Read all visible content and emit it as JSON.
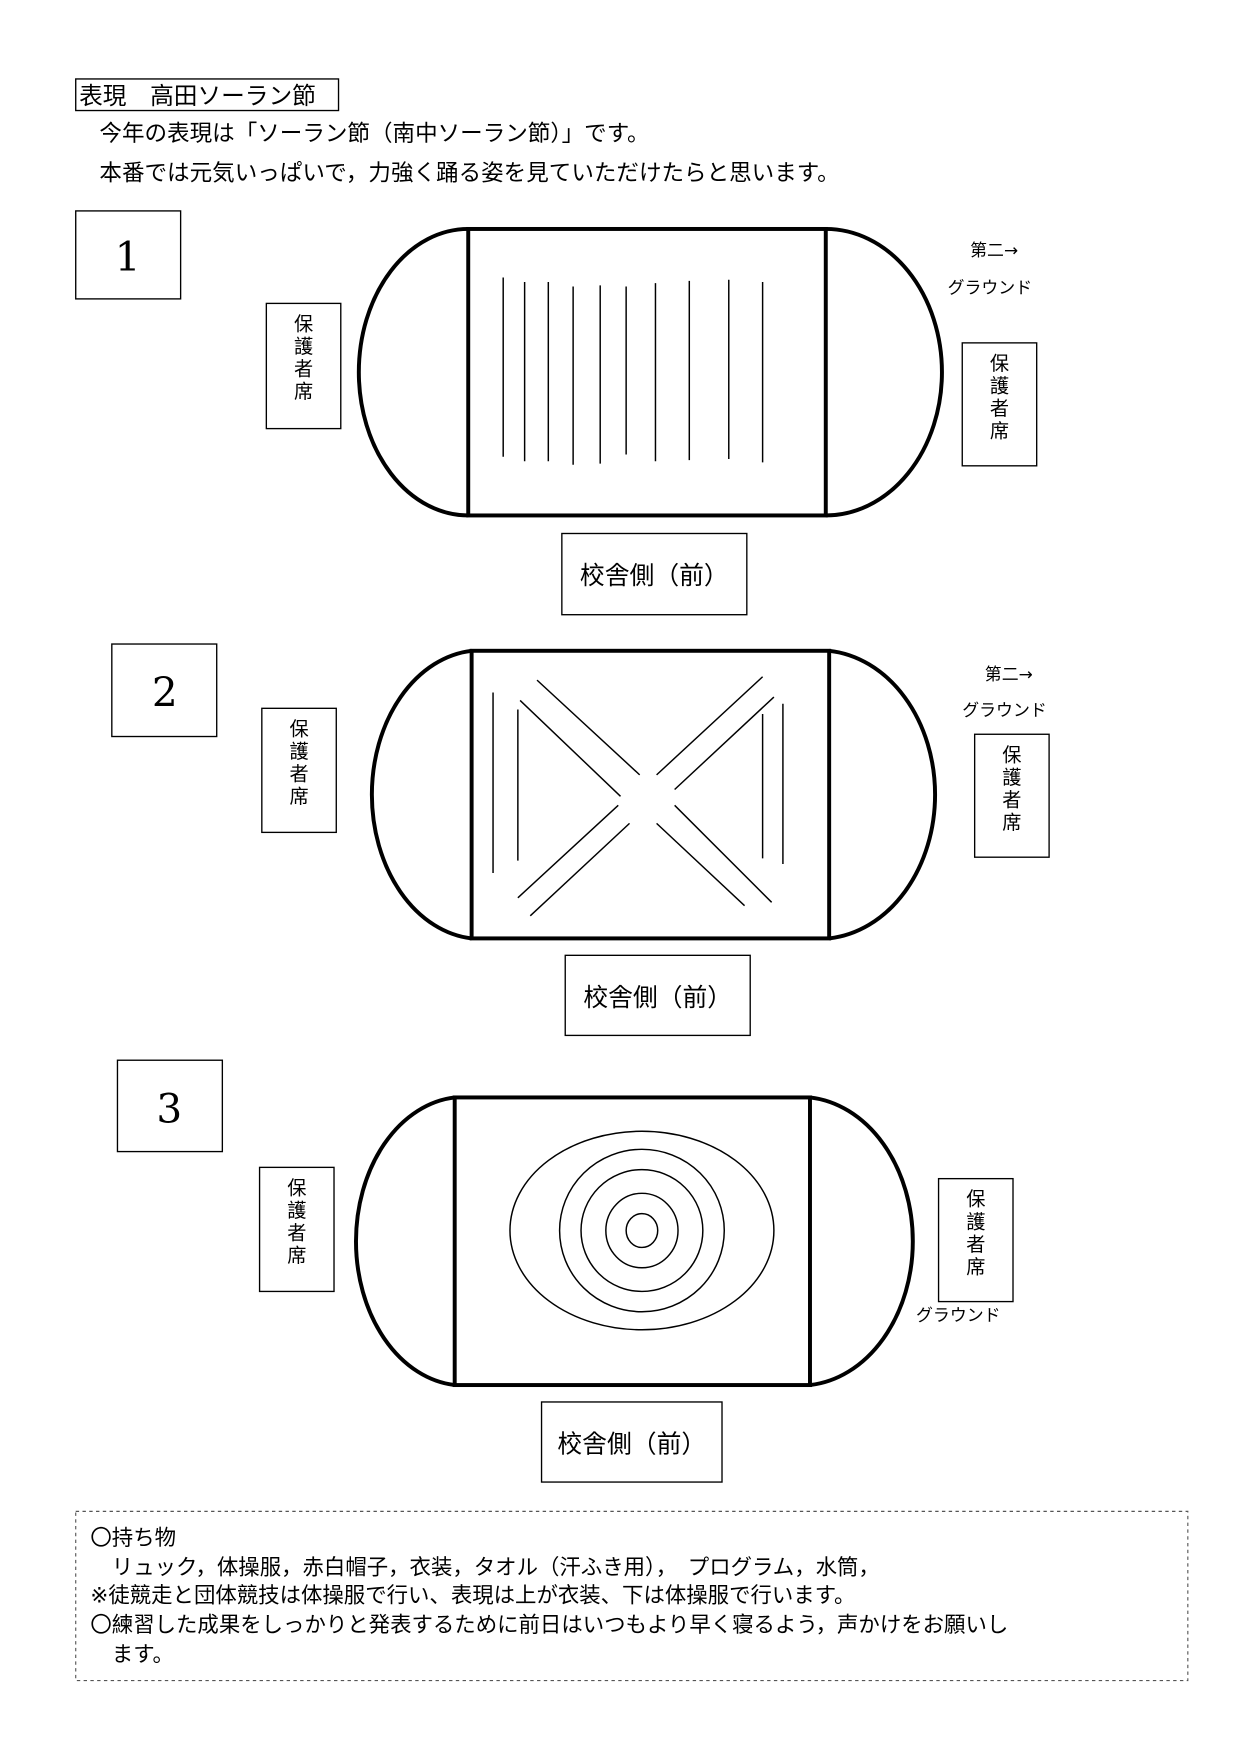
{
  "header": {
    "title": "表現　高田ソーラン節",
    "line1": "今年の表現は「ソーラン節（南中ソーラン節）」です。",
    "line2": "本番では元気いっぱいで，力強く踊る姿を見ていただけたらと思います。"
  },
  "formations": [
    {
      "number": "1",
      "pattern": "vertical-lines",
      "guardian_seat": [
        "保",
        "護",
        "者",
        "席"
      ],
      "school_side": "校舎側（前）",
      "ground_arrow": "第二→",
      "ground": "グラウンド"
    },
    {
      "number": "2",
      "pattern": "x-cross",
      "guardian_seat": [
        "保",
        "護",
        "者",
        "席"
      ],
      "school_side": "校舎側（前）",
      "ground_arrow": "第二→",
      "ground": "グラウンド"
    },
    {
      "number": "3",
      "pattern": "concentric-circles",
      "guardian_seat": [
        "保",
        "護",
        "者",
        "席"
      ],
      "school_side": "校舎側（前）",
      "ground": "グラウンド"
    }
  ],
  "notes": {
    "items_heading": "〇持ち物",
    "items_list": "　リュック，体操服，赤白帽子，衣装，タオル（汗ふき用），　プログラム，水筒，",
    "attire_note": "※徒競走と団体競技は体操服で行い、表現は上が衣装、下は体操服で行います。",
    "request_line1": "〇練習した成果をしっかりと発表するために前日はいつもより早く寝るよう，声かけをお願いし",
    "request_line2": "　ます。"
  }
}
